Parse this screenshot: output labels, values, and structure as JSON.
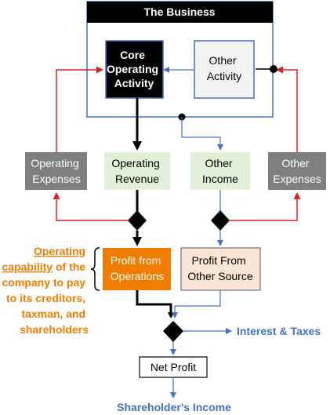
{
  "business": {
    "title": "The Business",
    "core_activity": [
      "Core",
      "Operating",
      "Activity"
    ],
    "other_activity": [
      "Other",
      "Activity"
    ]
  },
  "flows": {
    "operating_expenses": [
      "Operating",
      "Expenses"
    ],
    "operating_revenue": [
      "Operating",
      "Revenue"
    ],
    "other_income": [
      "Other",
      "Income"
    ],
    "other_expenses": [
      "Other",
      "Expenses"
    ]
  },
  "profits": {
    "from_operations": [
      "Profit from",
      "Operations"
    ],
    "from_other_source": [
      "Profit From",
      "Other Source"
    ]
  },
  "annotation": {
    "line1_underlined": "Operating",
    "line2_underlined": "capability",
    "line2_rest": " of the",
    "line3": "company to pay",
    "line4": "to its creditors,",
    "line5": "taxman, and",
    "line6": "shareholders"
  },
  "interest_taxes": "Interest & Taxes",
  "net_profit": "Net Profit",
  "shareholders_income": "Shareholder's Income",
  "colors": {
    "black": "#000000",
    "blue": "#4472c4",
    "red": "#e02020",
    "gray_box": "#7f7f7f",
    "green_box": "#e2f0d9",
    "orange": "#f07d00",
    "peach": "#fbe5d6",
    "light_gray": "#f2f2f2",
    "label_blue": "#4472c4"
  }
}
